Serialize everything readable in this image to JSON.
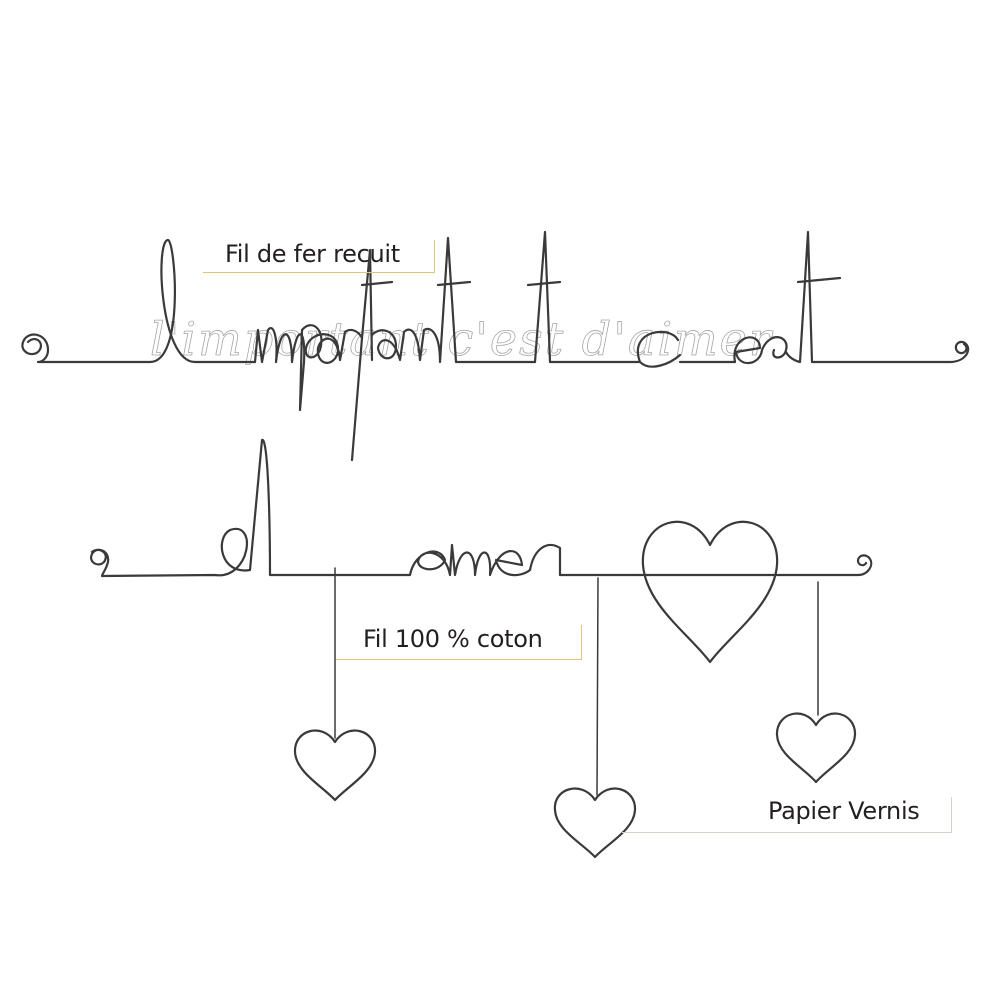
{
  "wire_lettering": "l'important c'est d'aimer",
  "labels": {
    "wire": "Fil de fer recuit",
    "thread": "Fil 100 % coton",
    "paper": "Papier Vernis"
  },
  "colors": {
    "wire": "#3a3a3a",
    "accent_rule": "#e2c37a",
    "paper_rule": "#d9d2c4"
  }
}
